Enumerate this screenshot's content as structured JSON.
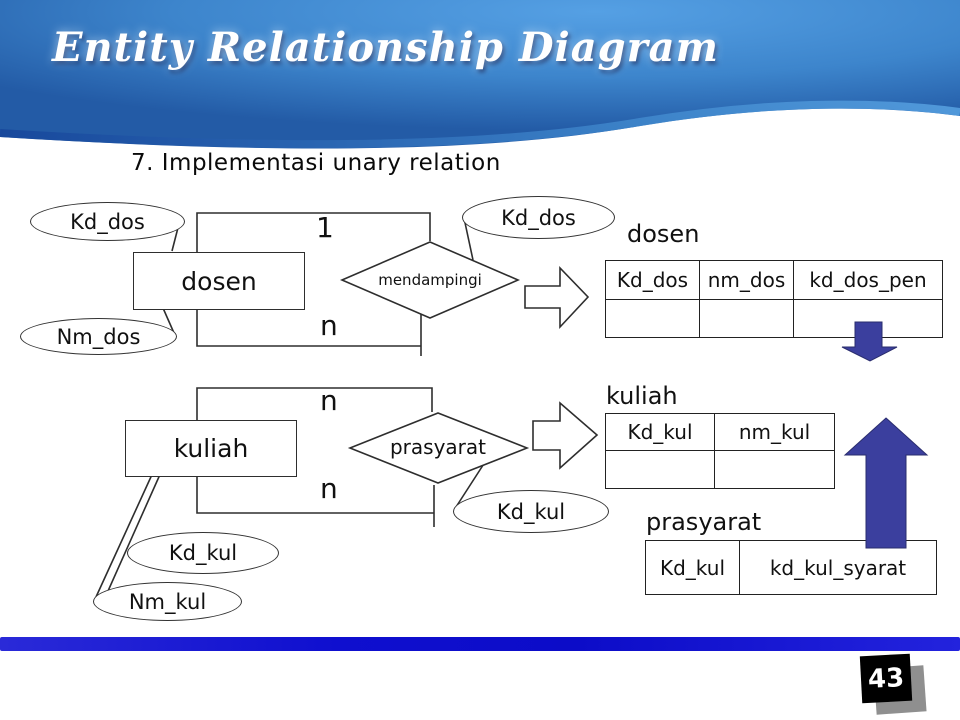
{
  "slide": {
    "title": "Entity Relationship Diagram",
    "subtitle": "7. Implementasi unary relation",
    "page_number": "43"
  },
  "er": {
    "dosen": {
      "entity_label": "dosen",
      "relation_label": "mendampingi",
      "card_top": "1",
      "card_bottom": "n",
      "attr_key": "Kd_dos",
      "attr_name": "Nm_dos",
      "relation_attr": "Kd_dos"
    },
    "kuliah": {
      "entity_label": "kuliah",
      "relation_label": "prasyarat",
      "card_top": "n",
      "card_bottom": "n",
      "attr_key": "Kd_kul",
      "attr_name": "Nm_kul",
      "relation_attr": "Kd_kul"
    }
  },
  "tables": {
    "dosen": {
      "title": "dosen",
      "columns": [
        "Kd_dos",
        "nm_dos",
        "kd_dos_pen"
      ]
    },
    "kuliah": {
      "title": "kuliah",
      "columns": [
        "Kd_kul",
        "nm_kul"
      ]
    },
    "prasyarat": {
      "title": "prasyarat",
      "columns": [
        "Kd_kul",
        "kd_kul_syarat"
      ]
    }
  },
  "colors": {
    "arrow_navy": "#3b3f9e",
    "line_dark": "#2e2e2e",
    "header_light": "#55a0e4",
    "header_mid": "#3d85cc",
    "header_dark": "#235ba6",
    "header_edge_dark": "#16459a",
    "footer_blue": "#0f0fcf"
  }
}
